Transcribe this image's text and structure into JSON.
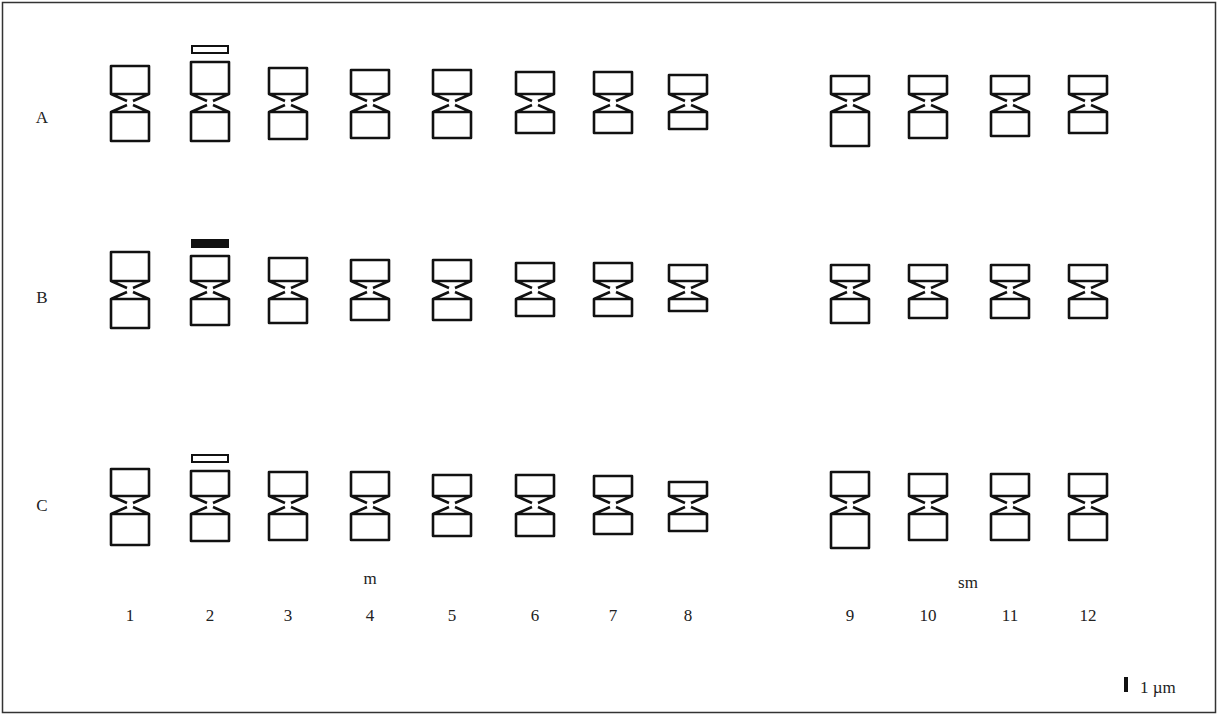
{
  "diagram": {
    "labels": [
      "A",
      "B",
      "C",
      "m",
      "sm",
      "1",
      "2",
      "3",
      "4",
      "5",
      "6",
      "7",
      "8",
      "9",
      "10",
      "11",
      "12",
      "1 µm"
    ]
  }
}
